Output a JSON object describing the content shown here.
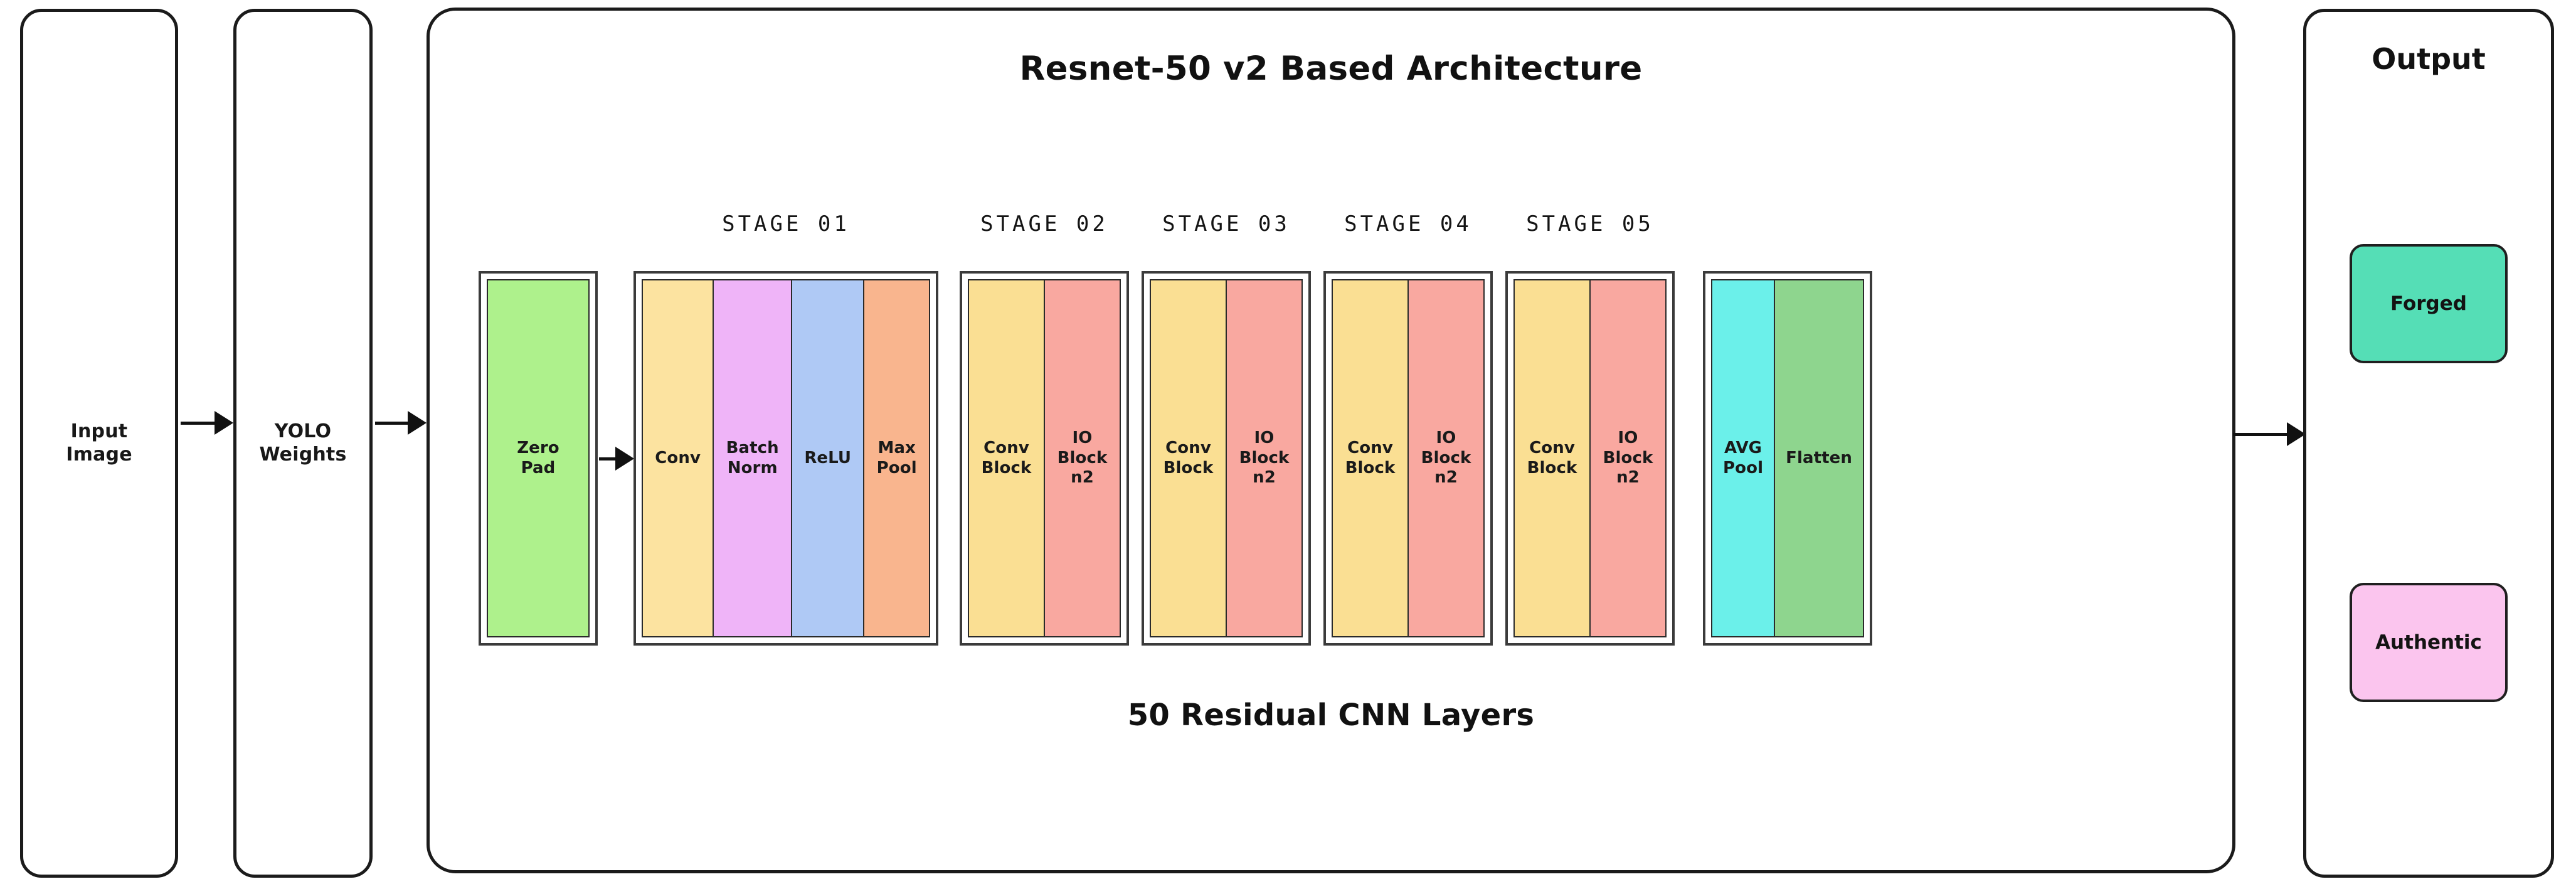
{
  "diagram": {
    "title": "Resnet-50 v2 Based Architecture",
    "caption": "50 Residual CNN Layers",
    "colors": {
      "input_image": "#F9AA70",
      "yolo_weights": "#8EC5E8",
      "zero_pad": "#AEF18C",
      "conv": "#FCE3A0",
      "batch_norm": "#EFB4F8",
      "relu": "#AFC9F5",
      "max_pool": "#F9B58E",
      "conv_block": "#FADF93",
      "io_block": "#F9A8A0",
      "avg_pool": "#6BF0EA",
      "flatten": "#8ED58E",
      "forged": "#55DEB6",
      "authentic": "#FBC5EE",
      "outline": "#1b1b1b"
    }
  },
  "pipeline": {
    "input_image": {
      "label": "Input\nImage"
    },
    "yolo_weights": {
      "label": "YOLO\nWeights"
    }
  },
  "zero_pad_group": {
    "cells": [
      {
        "label": "Zero\nPad",
        "color_key": "zero_pad"
      }
    ]
  },
  "stages": [
    {
      "caption": "STAGE 01",
      "cells": [
        {
          "label": "Conv",
          "color_key": "conv"
        },
        {
          "label": "Batch\nNorm",
          "color_key": "batch_norm"
        },
        {
          "label": "ReLU",
          "color_key": "relu"
        },
        {
          "label": "Max\nPool",
          "color_key": "max_pool"
        }
      ]
    },
    {
      "caption": "STAGE 02",
      "cells": [
        {
          "label": "Conv\nBlock",
          "color_key": "conv_block"
        },
        {
          "label": "IO\nBlock\nn2",
          "color_key": "io_block"
        }
      ]
    },
    {
      "caption": "STAGE 03",
      "cells": [
        {
          "label": "Conv\nBlock",
          "color_key": "conv_block"
        },
        {
          "label": "IO\nBlock\nn2",
          "color_key": "io_block"
        }
      ]
    },
    {
      "caption": "STAGE 04",
      "cells": [
        {
          "label": "Conv\nBlock",
          "color_key": "conv_block"
        },
        {
          "label": "IO\nBlock\nn2",
          "color_key": "io_block"
        }
      ]
    },
    {
      "caption": "STAGE 05",
      "cells": [
        {
          "label": "Conv\nBlock",
          "color_key": "conv_block"
        },
        {
          "label": "IO\nBlock\nn2",
          "color_key": "io_block"
        }
      ]
    }
  ],
  "head_group": {
    "caption": "",
    "cells": [
      {
        "label": "AVG\nPool",
        "color_key": "avg_pool"
      },
      {
        "label": "Flatten",
        "color_key": "flatten"
      }
    ]
  },
  "output": {
    "title": "Output",
    "chips": [
      {
        "label": "Forged",
        "color_key": "forged"
      },
      {
        "label": "Authentic",
        "color_key": "authentic"
      }
    ]
  }
}
